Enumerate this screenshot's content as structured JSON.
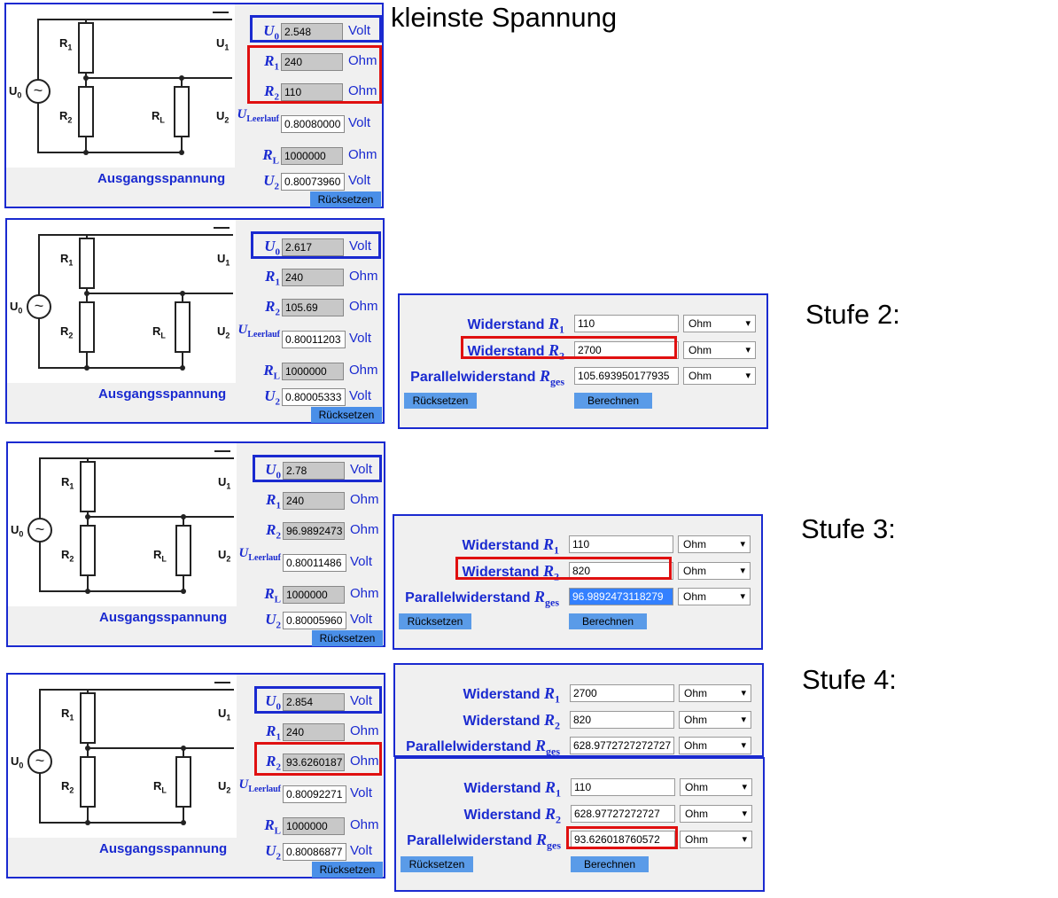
{
  "title": "kleinste Spannung",
  "circuit_labels": {
    "r1": "R",
    "r1_sub": "1",
    "r2": "R",
    "r2_sub": "2",
    "rl": "R",
    "rl_sub": "L",
    "u0": "U",
    "u0_sub": "0",
    "u1": "U",
    "u1_sub": "1",
    "u2": "U",
    "u2_sub": "2",
    "output": "Ausgangsspannung"
  },
  "units": {
    "volt": "Volt",
    "ohm": "Ohm"
  },
  "reset_label": "Rücksetzen",
  "panels": [
    {
      "u0": "2.548",
      "r1": "240",
      "r2": "110",
      "uleer": "0.80080000",
      "rl": "1000000",
      "u2": "0.80073960"
    },
    {
      "u0": "2.617",
      "r1": "240",
      "r2": "105.69",
      "uleer": "0.80011203",
      "rl": "1000000",
      "u2": "0.80005333"
    },
    {
      "u0": "2.78",
      "r1": "240",
      "r2": "96.9892473",
      "uleer": "0.80011486",
      "rl": "1000000",
      "u2": "0.80005960"
    },
    {
      "u0": "2.854",
      "r1": "240",
      "r2": "93.6260187",
      "uleer": "0.80092271",
      "rl": "1000000",
      "u2": "0.80086877"
    }
  ],
  "calc_labels": {
    "widerstand": "Widerstand",
    "parallel": "Parallelwiderstand",
    "r": "R",
    "sub1": "1",
    "sub2": "2",
    "subges": "ges",
    "ohm": "Ohm",
    "reset": "Rücksetzen",
    "berechnen": "Berechnen"
  },
  "calcs": [
    {
      "r1": "110",
      "r2": "2700",
      "rges": "105.693950177935"
    },
    {
      "r1": "110",
      "r2": "820",
      "rges": "96.9892473118279"
    },
    {
      "r1": "2700",
      "r2": "820",
      "rges": "628.9772727272727"
    },
    {
      "r1": "110",
      "r2": "628.97727272727",
      "rges": "93.626018760572"
    }
  ],
  "stufen": [
    "Stufe 2:",
    "Stufe 3:",
    "Stufe 4:"
  ]
}
